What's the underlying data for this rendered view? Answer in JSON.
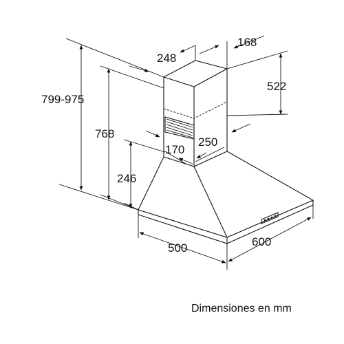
{
  "dimensions": {
    "height_range": "799-975",
    "height_total": "768",
    "canopy_height": "246",
    "chimney_height": "522",
    "chimney_width": "248",
    "chimney_depth": "168",
    "outlet_width": "170",
    "outlet_depth": "250",
    "hood_depth": "500",
    "hood_width": "600"
  },
  "caption": "Dimensiones en mm",
  "icons": {
    "vent_grille": "vent-grille-icon",
    "control_panel": "control-panel-icon"
  }
}
